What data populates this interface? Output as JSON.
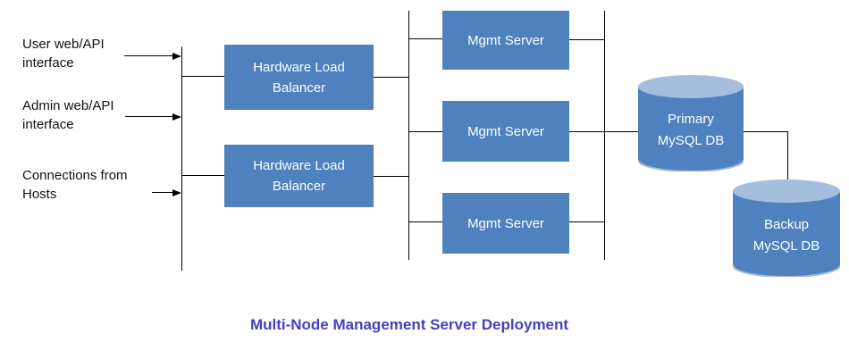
{
  "title": {
    "text": "Multi-Node Management Server Deployment"
  },
  "inputs": [
    {
      "label": "User web/API\ninterface"
    },
    {
      "label": "Admin web/API\ninterface"
    },
    {
      "label": "Connections from\nHosts"
    }
  ],
  "load_balancers": [
    {
      "label": "Hardware Load\nBalancer"
    },
    {
      "label": "Hardware Load\nBalancer"
    }
  ],
  "mgmt_servers": [
    {
      "label": "Mgmt Server"
    },
    {
      "label": "Mgmt Server"
    },
    {
      "label": "Mgmt Server"
    }
  ],
  "databases": [
    {
      "label": "Primary\nMySQL DB"
    },
    {
      "label": "Backup\nMySQL DB"
    }
  ],
  "colors": {
    "node_fill": "#4e81bd",
    "node_text": "#ffffff",
    "cylinder_top": "#a6bedd",
    "connector": "#000000",
    "title": "#4341c6"
  }
}
